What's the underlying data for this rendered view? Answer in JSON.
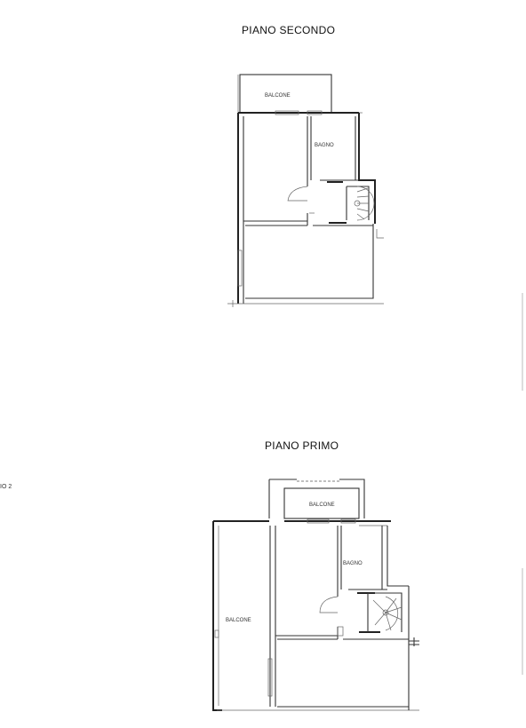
{
  "floors": {
    "second": {
      "title": "PIANO SECONDO",
      "rooms": {
        "balcony": "BALCONE",
        "bathroom": "BAGNO"
      }
    },
    "first": {
      "title": "PIANO PRIMO",
      "rooms": {
        "balcony_top": "BALCONE",
        "bathroom": "BAGNO",
        "balcony_side": "BALCONE"
      }
    }
  },
  "cut_text": "IO 2"
}
